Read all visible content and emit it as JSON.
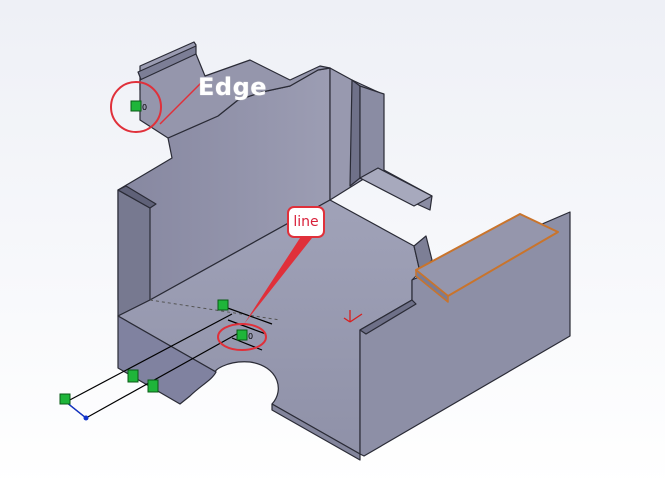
{
  "viewport": {
    "background_top": "#eef0f6",
    "background_bottom": "#ffffff"
  },
  "part": {
    "face_color": "#8e8fa6",
    "light_face_color": "#a6a8bd",
    "dark_face_color": "#6b6d84",
    "edge_color": "#2a2b36",
    "selected_face_color": "#9596ac",
    "selected_face_outline": "#c9742c"
  },
  "annotations": {
    "edge_label": "Edge",
    "line_label": "line",
    "callout_color": "#e0303a"
  },
  "sketch": {
    "relation_marker_color": "#1fb53a",
    "sketch_line_color": "#000000",
    "endpoint_color": "#1133cc",
    "relation_text": "0"
  },
  "triad": {
    "x_color": "#d81e1e",
    "y_color": "#d81e1e"
  }
}
